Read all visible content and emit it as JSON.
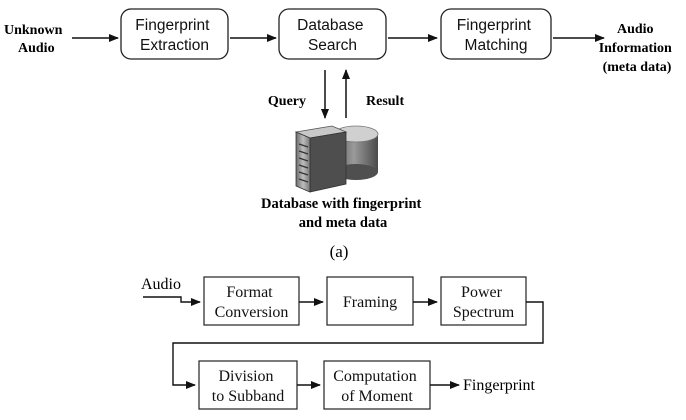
{
  "diagram_a": {
    "input": [
      "Unknown",
      "Audio"
    ],
    "boxes": [
      [
        "Fingerprint",
        "Extraction"
      ],
      [
        "Database",
        "Search"
      ],
      [
        "Fingerprint",
        "Matching"
      ]
    ],
    "output": [
      "Audio",
      "Information",
      "(meta data)"
    ],
    "query_label": "Query",
    "result_label": "Result",
    "database_label": [
      "Database with fingerprint",
      "and meta data"
    ],
    "caption": "(a)"
  },
  "diagram_b": {
    "input": "Audio",
    "boxes": [
      [
        "Format",
        "Conversion"
      ],
      [
        "Framing"
      ],
      [
        "Power",
        "Spectrum"
      ],
      [
        "Division",
        "to Subband"
      ],
      [
        "Computation",
        "of Moment"
      ]
    ],
    "output": "Fingerprint"
  }
}
